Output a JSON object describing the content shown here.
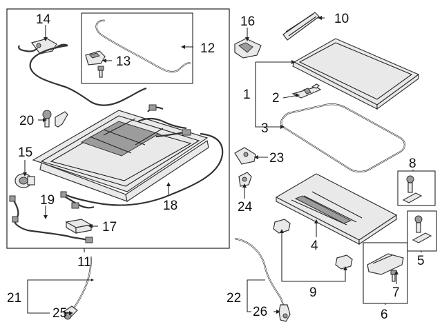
{
  "diagram": {
    "callouts": {
      "c1": "1",
      "c2": "2",
      "c3": "3",
      "c4": "4",
      "c5": "5",
      "c6": "6",
      "c7": "7",
      "c8": "8",
      "c9": "9",
      "c10": "10",
      "c11": "11",
      "c12": "12",
      "c13": "13",
      "c14": "14",
      "c15": "15",
      "c16": "16",
      "c17": "17",
      "c18": "18",
      "c19": "19",
      "c20": "20",
      "c21": "21",
      "c22": "22",
      "c23": "23",
      "c24": "24",
      "c25": "25",
      "c26": "26"
    }
  }
}
